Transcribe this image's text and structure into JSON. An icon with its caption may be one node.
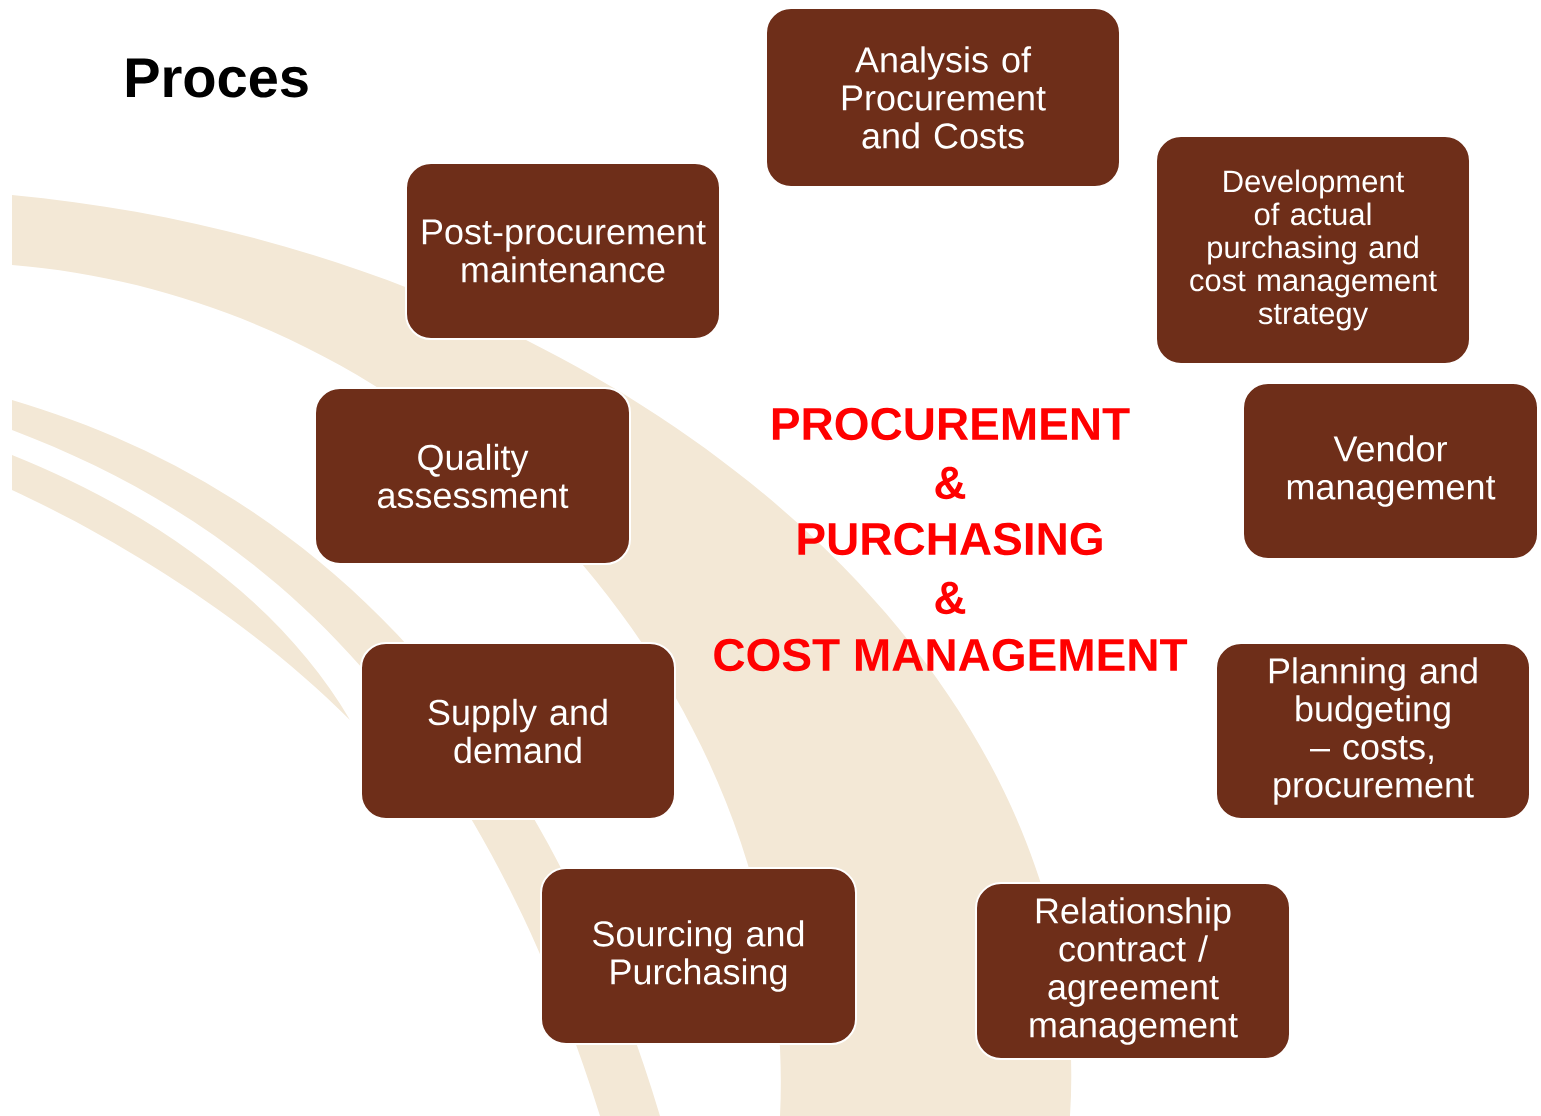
{
  "diagram": {
    "title": "Proces",
    "nodes": [
      {
        "text": [
          "Analysis of Procurement and Costs"
        ]
      },
      {
        "text": [
          "Post-procurement maintenance"
        ]
      },
      {
        "text": [
          "Development of actual purchasing and cost management strategy"
        ]
      },
      {
        "text": [
          "Quality assessment"
        ]
      },
      {
        "text": [
          "Vendor management"
        ]
      },
      {
        "text": [
          "Supply and demand"
        ]
      },
      {
        "text": [
          "Planning and budgeting – costs, procurement"
        ]
      },
      {
        "text": [
          "Sourcing and Purchasing"
        ]
      },
      {
        "text": [
          "Relationship contract / agreement management"
        ]
      }
    ],
    "labels": [
      "PROCUREMENT",
      "&",
      "PURCHASING",
      "&",
      "COST MANAGEMENT"
    ]
  }
}
